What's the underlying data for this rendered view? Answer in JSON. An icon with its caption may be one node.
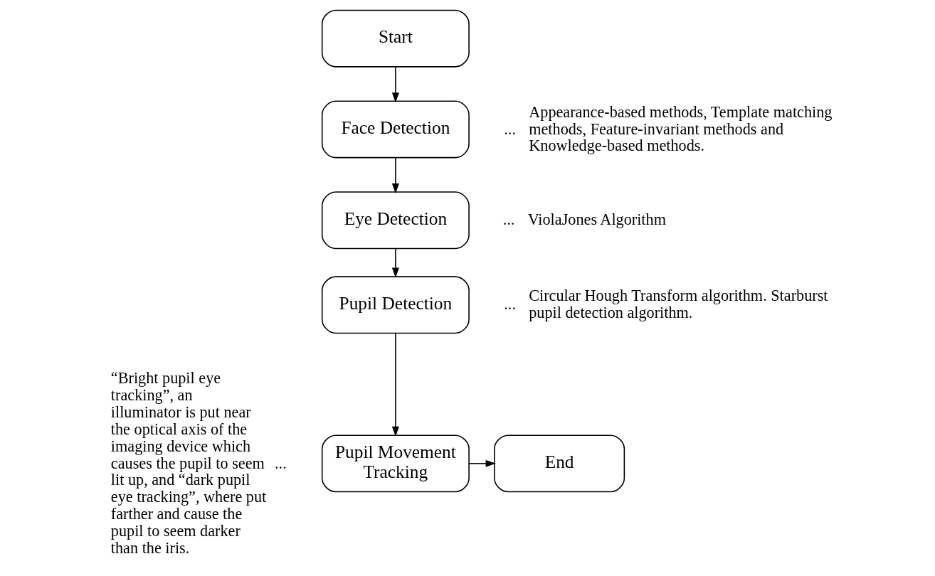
{
  "diagram": {
    "nodes": [
      {
        "text": [
          "Start"
        ]
      },
      {
        "text": [
          "Face Detection"
        ],
        "beside": [
          "...",
          "Appearance-based methods, Template matching methods, Feature-invariant methods and Knowledge-based methods."
        ]
      },
      {
        "text": [
          "Eye Detection"
        ],
        "beside": [
          "...",
          "ViolaJones Algorithm"
        ]
      },
      {
        "text": [
          "Pupil Detection"
        ],
        "beside": [
          "...",
          "Circular Hough Transform algorithm. Starburst pupil detection algorithm."
        ]
      },
      {
        "text": [
          "Pupil Movement Tracking"
        ],
        "beside": [
          "...",
          "“Bright pupil eye tracking”, an illuminator is put near the optical axis of the imaging device which causes the pupil to seem lit up, and “dark pupil eye tracking”, where put farther and cause the pupil to seem darker than the iris."
        ]
      },
      {
        "text": [
          "End"
        ]
      }
    ],
    "edges": [
      {
        "from": 0,
        "to": 1,
        "arrow": "to"
      },
      {
        "from": 1,
        "to": 2,
        "arrow": "to"
      },
      {
        "from": 2,
        "to": 3,
        "arrow": "to"
      },
      {
        "from": 3,
        "to": 4,
        "arrow": "to"
      },
      {
        "from": 4,
        "to": 5,
        "arrow": "to"
      }
    ]
  }
}
